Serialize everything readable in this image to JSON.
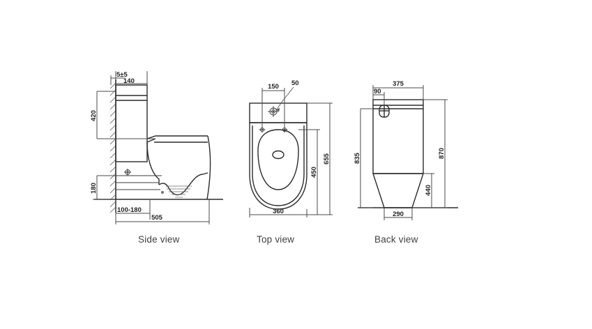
{
  "sheet": {
    "background": "#ffffff",
    "line_color": "#2b2b2b",
    "dim_color": "#4a4a4a",
    "text_color": "#1f1f1f",
    "label_color": "#404040"
  },
  "views": [
    {
      "id": "side",
      "label": "Side view",
      "dimensions": {
        "gap_tolerance": "5±5",
        "cistern_depth": "140",
        "cistern_height": "420",
        "outlet_height": "180",
        "outlet_range": "100-180",
        "overall_depth": "505"
      }
    },
    {
      "id": "top",
      "label": "Top view",
      "dimensions": {
        "bolt_spacing": "150",
        "button_offset": "50",
        "overall_width": "360",
        "bowl_length": "450",
        "overall_length": "655"
      }
    },
    {
      "id": "back",
      "label": "Back view",
      "dimensions": {
        "cistern_width": "375",
        "button_offset": "90",
        "cistern_top_height": "835",
        "overall_height": "870",
        "pedestal_height": "440",
        "base_width": "290"
      }
    }
  ],
  "icons": {
    "bolt_marker": "crosshair-bolt-icon",
    "flush_button": "dual-flush-button-icon",
    "wall_hatch": "wall-hatch-icon",
    "water_trap": "water-trap-icon"
  }
}
